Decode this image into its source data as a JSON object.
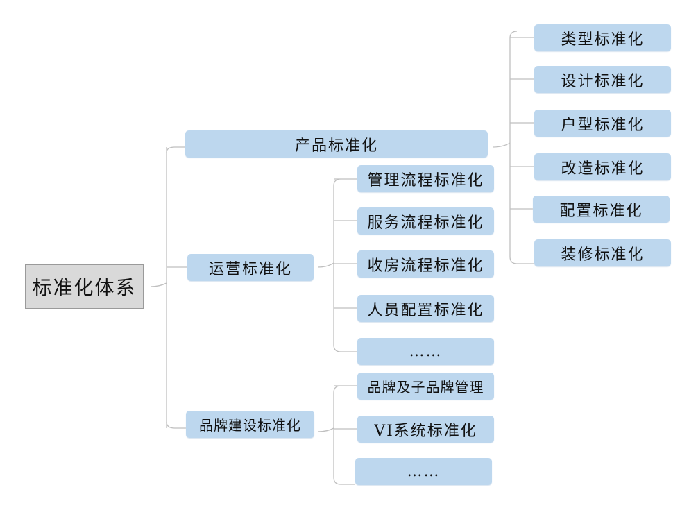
{
  "root": "标准化体系",
  "branches": [
    {
      "label": "产品标准化",
      "children": [
        "类型标准化",
        "设计标准化",
        "户型标准化",
        "改造标准化",
        "配置标准化",
        "装修标准化"
      ]
    },
    {
      "label": "运营标准化",
      "children": [
        "管理流程标准化",
        "服务流程标准化",
        "收房流程标准化",
        "人员配置标准化",
        "……"
      ]
    },
    {
      "label": "品牌建设标准化",
      "children": [
        "品牌及子品牌管理",
        "VI系统标准化",
        "……"
      ]
    }
  ],
  "colors": {
    "node": "#bdd7ee",
    "root": "#d9d9d9",
    "line": "#bfbfbf"
  }
}
